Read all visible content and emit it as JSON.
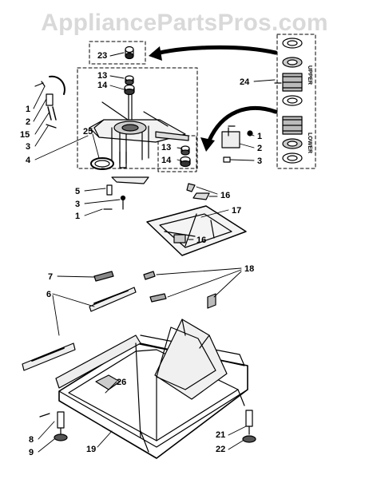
{
  "watermark": "AppliancePartsPros.com",
  "seal_upper": "UPPER",
  "seal_lower": "LOWER",
  "callouts": {
    "c23": "23",
    "c13a": "13",
    "c14a": "14",
    "c1a": "1",
    "c2a": "2",
    "c15": "15",
    "c3a": "3",
    "c4": "4",
    "c25": "25",
    "c13b": "13",
    "c14b": "14",
    "c1b": "1",
    "c2b": "2",
    "c3b": "3",
    "c24": "24",
    "c5": "5",
    "c3c": "3",
    "c1c": "1",
    "c16a": "16",
    "c17": "17",
    "c16b": "16",
    "c7": "7",
    "c18": "18",
    "c6": "6",
    "c26": "26",
    "c8": "8",
    "c9": "9",
    "c19": "19",
    "c21": "21",
    "c22": "22"
  }
}
